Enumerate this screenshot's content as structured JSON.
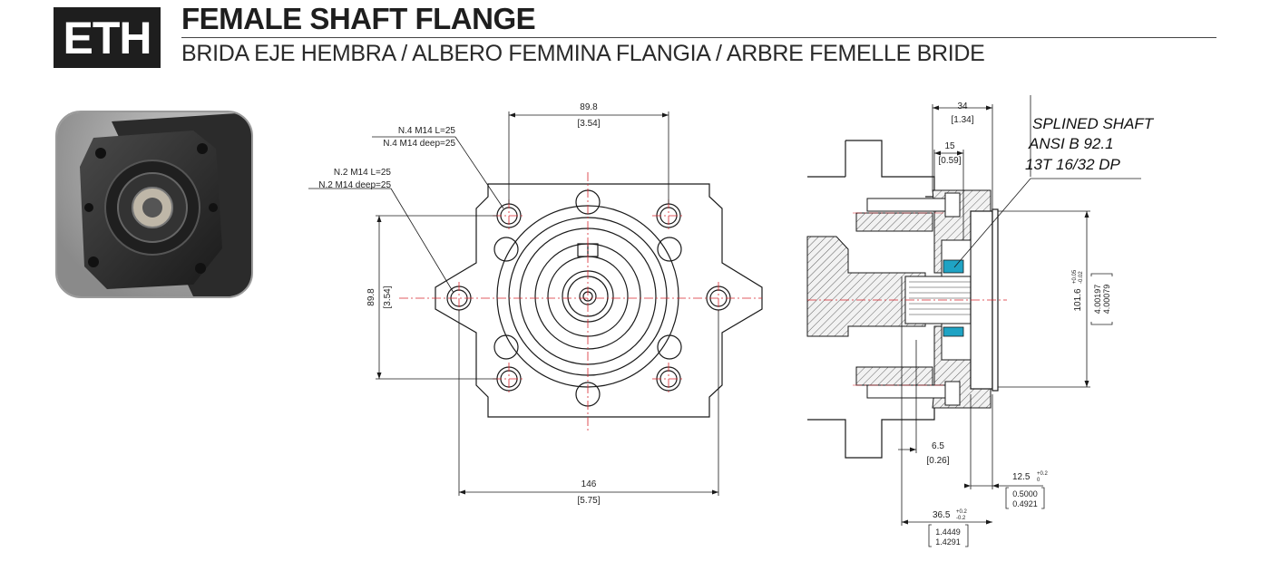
{
  "header": {
    "code": "ETH",
    "title": "FEMALE SHAFT FLANGE",
    "subtitle": "BRIDA EJE HEMBRA / ALBERO FEMMINA FLANGIA / ARBRE FEMELLE BRIDE"
  },
  "front_view": {
    "top_width": "89.8",
    "top_width_in": "[3.54]",
    "left_height": "89.8",
    "left_height_in": "[3.54]",
    "bottom_width": "146",
    "bottom_width_in": "[5.75]",
    "holes_4_l1": "N.4 M14 L=25",
    "holes_4_l2": "N.4 M14 deep=25",
    "holes_2_l1": "N.2 M14 L=25",
    "holes_2_l2": "N.2 M14 deep=25"
  },
  "section_view": {
    "spline_l1": "SPLINED SHAFT",
    "spline_l2": "ANSI B 92.1",
    "spline_l3": "13T 16/32 DP",
    "d34": "34",
    "d34_in": "[1.34]",
    "d15": "15",
    "d15_in": "[0.59]",
    "d6_5": "6.5",
    "d6_5_in": "[0.26]",
    "d12_5": "12.5",
    "d12_5_tol_up": "+0.2",
    "d12_5_tol_lo": "0",
    "d12_5_in_a": "0.5000",
    "d12_5_in_b": "0.4921",
    "d36_5": "36.5",
    "d36_5_tol_up": "+0.2",
    "d36_5_tol_lo": "-0.2",
    "d36_5_in_a": "1.4449",
    "d36_5_in_b": "1.4291",
    "d101_6": "101.6",
    "d101_6_tol_up": "+0.05",
    "d101_6_tol_lo": "-0.02",
    "d101_6_in_a": "4.00197",
    "d101_6_in_b": "4.00079"
  },
  "colors": {
    "accent_red": "#d8262e",
    "seal_cyan": "#1fa3c4",
    "badge_bg": "#1e1e1e"
  }
}
